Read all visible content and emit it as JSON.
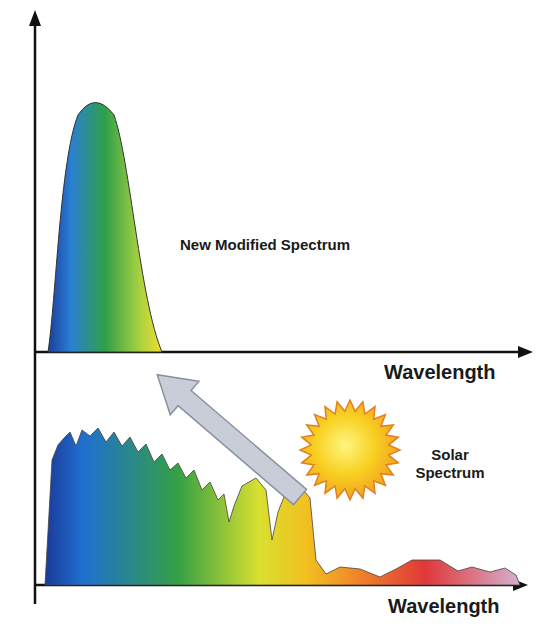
{
  "diagram": {
    "labels": [
      "New Modified Spectrum",
      "Wavelength",
      "Solar Spectrum",
      "Wavelength"
    ]
  }
}
